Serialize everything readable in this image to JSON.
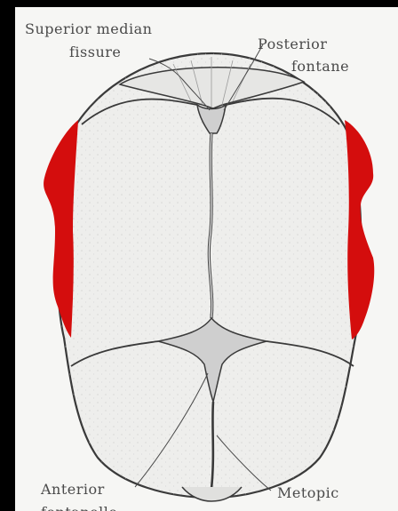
{
  "labels": {
    "superior_median": "Superior median",
    "fissure": "fissure",
    "posterior": "Posterior",
    "fontanel": "fontane",
    "anterior": "Anterior",
    "anterior_cut": "fontanelle",
    "metopic": "Metopic"
  },
  "colors": {
    "background": "#000000",
    "paper": "#f6f6f4",
    "bone": "#eeeeec",
    "outline": "#3a3a3a",
    "fontanel_fill": "#cfcfcf",
    "highlight": "#d40d0d"
  }
}
